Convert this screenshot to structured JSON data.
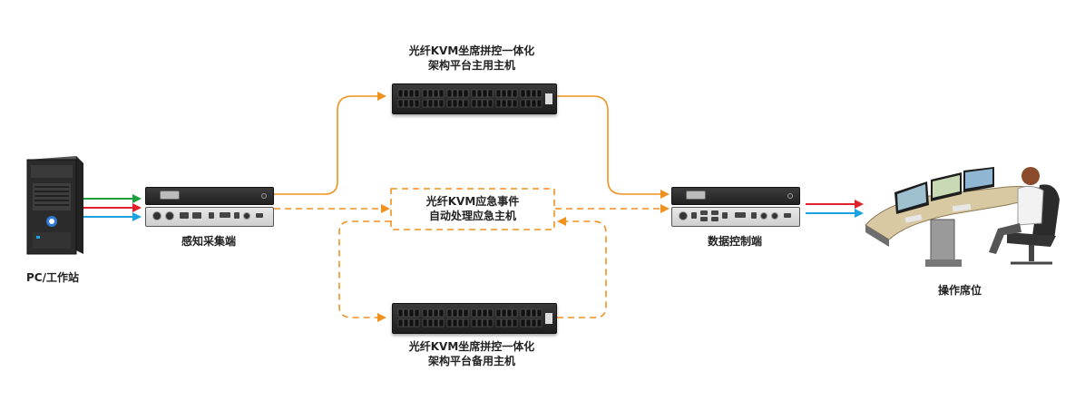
{
  "labels": {
    "pc": "PC/工作站",
    "collector": "感知采集端",
    "controller": "数据控制端",
    "seat": "操作席位",
    "main_host_line1": "光纤KVM坐席拼控一体化",
    "main_host_line2": "架构平台主用主机",
    "backup_host_line1": "光纤KVM坐席拼控一体化",
    "backup_host_line2": "架构平台备用主机",
    "emergency_line1": "光纤KVM应急事件",
    "emergency_line2": "自动处理应急主机"
  },
  "colors": {
    "main_link": "#f0921e",
    "signal_green": "#1f9e3f",
    "signal_red": "#e0202a",
    "signal_blue": "#1ba3e0",
    "device_dark": "#2a2a2a"
  },
  "icons": [
    "pc-tower-icon",
    "switch-icon",
    "extender-icon",
    "operator-desk-icon"
  ]
}
